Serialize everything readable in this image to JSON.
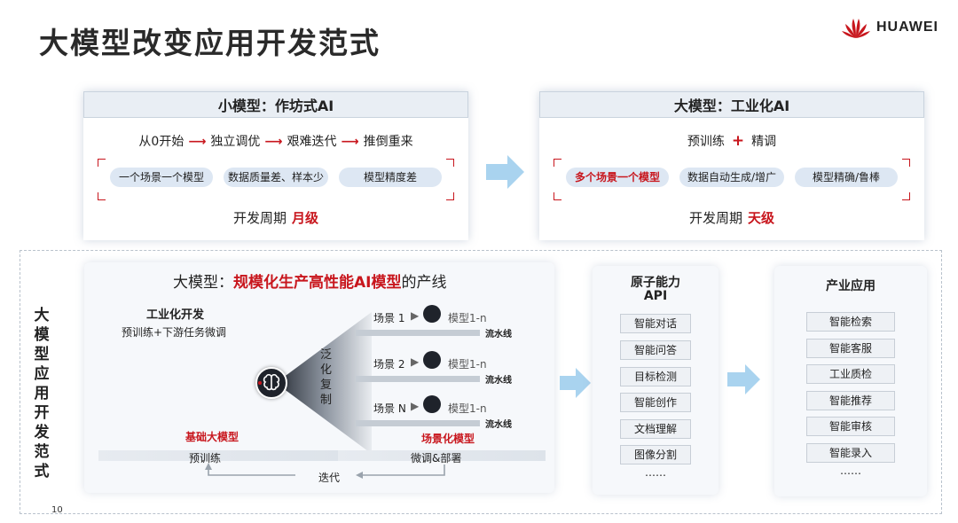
{
  "title": "大模型改变应用开发范式",
  "logo": {
    "brand": "HUAWEI",
    "color": "#c8161d"
  },
  "colors": {
    "accent_red": "#c8161d",
    "arrow_blue": "#a9d3ef",
    "pill_blue": "#dde7f3"
  },
  "small_model": {
    "heading": "小模型：作坊式AI",
    "flow": [
      "从0开始",
      "独立调优",
      "艰难迭代",
      "推倒重来"
    ],
    "flow_arrow": "⟶",
    "pills": [
      "一个场景一个模型",
      "数据质量差、样本少",
      "模型精度差"
    ],
    "cycle_label": "开发周期",
    "cycle_value": "月级"
  },
  "large_model": {
    "heading": "大模型：工业化AI",
    "formula_left": "预训练",
    "formula_plus": "+",
    "formula_right": "精调",
    "pills": [
      "多个场景一个模型",
      "数据自动生成/增广",
      "模型精确/鲁棒"
    ],
    "cycle_label": "开发周期",
    "cycle_value": "天级"
  },
  "paradigm": {
    "vertical_label": "大模型应用开发范式",
    "line_title_prefix": "大模型：",
    "line_title_highlight": "规模化生产高性能AI模型",
    "line_title_suffix": "的产线",
    "industrial_dev": "工业化开发",
    "industrial_dev_sub": "预训练+下游任务微调",
    "generalize_copy": "泛化复制",
    "scenes": [
      {
        "scene": "场景 1",
        "model": "模型1-n",
        "line": "流水线"
      },
      {
        "scene": "场景 2",
        "model": "模型1-n",
        "line": "流水线"
      },
      {
        "scene": "场景 N",
        "model": "模型1-n",
        "line": "流水线"
      }
    ],
    "base_model": "基础大模型",
    "scene_model": "场景化模型",
    "pretrain": "预训练",
    "finetune_deploy": "微调&部署",
    "iterate": "迭代"
  },
  "atomic_api": {
    "heading_line1": "原子能力",
    "heading_line2": "API",
    "items": [
      "智能对话",
      "智能问答",
      "目标检测",
      "智能创作",
      "文档理解",
      "图像分割"
    ],
    "more": "……"
  },
  "industry_apps": {
    "heading": "产业应用",
    "items": [
      "智能检索",
      "智能客服",
      "工业质检",
      "智能推荐",
      "智能审核",
      "智能录入"
    ],
    "more": "……"
  },
  "page_number": "10"
}
